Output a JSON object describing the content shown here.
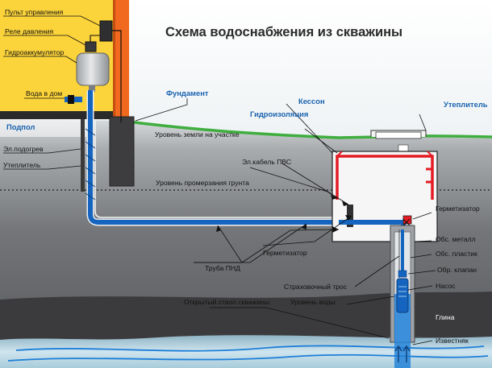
{
  "title": "Схема водоснабжения из скважины",
  "labels": {
    "pult": "Пульт управления",
    "rele": "Реле давления",
    "gidroakk": "Гидроаккумулятор",
    "voda_v_dom": "Вода в дом",
    "fundament": "Фундамент",
    "podpol": "Подпол",
    "el_podogrev": "Эл.подогрев",
    "uteplitel_left": "Утеплитель",
    "uroven_zemli": "Уровень земли на участке",
    "gidroizolyaciya": "Гидроизоляция",
    "kesson": "Кессон",
    "uteplitel_right": "Утеплитель",
    "el_kabel": "Эл.кабель ПВС",
    "uroven_promerzaniya": "Уровень промерзания грунта",
    "germetizator_right": "Герметизатор",
    "germetizator_mid": "Герметизатор",
    "obs_metall": "Обс. металл",
    "obs_plastik": "Обс. пластик",
    "truba_pnd": "Труба ПНД",
    "obr_klapan": "Обр. клапан",
    "strahovochny_tros": "Страховочный трос",
    "nasos": "Насос",
    "uroven_vody": "Уровень воды",
    "otkryty_stvol": "Открытый ствол скважины",
    "glina": "Глина",
    "izvestnyak": "Известняк"
  },
  "colors": {
    "sky": "#ffffff",
    "house_wall": "#fbd33a",
    "wall_post": "#f0691e",
    "grass": "#3fae3f",
    "soil_top": "#cfd3d6",
    "soil_mid": "#6f7173",
    "soil_deep": "#4f5153",
    "clay": "#3a3a3c",
    "limestone": "#c8dde7",
    "water_blue": "#1e7fd8",
    "pipe_blue": "#1565c0",
    "caisson_red": "#e41b23",
    "heading_blue": "#1a63b0"
  }
}
